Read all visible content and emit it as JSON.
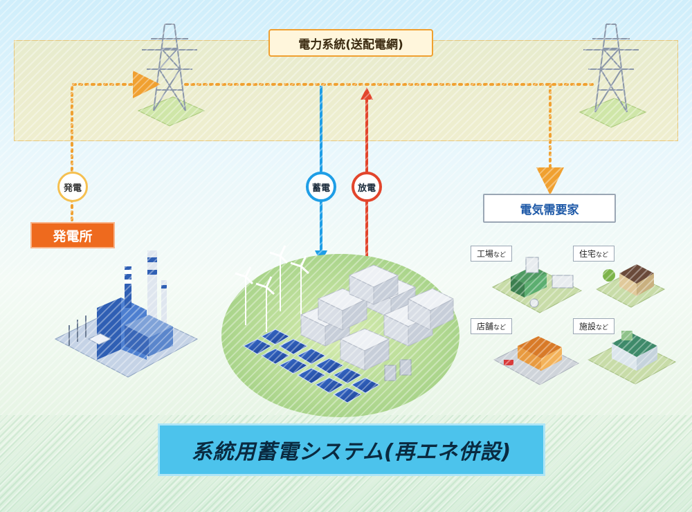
{
  "grid": {
    "label": "電力系統(送配電網)"
  },
  "power_plant": {
    "label": "発電所",
    "flow_label": "発電"
  },
  "storage_flows": {
    "charge_label": "蓄電",
    "discharge_label": "放電"
  },
  "consumers": {
    "label": "電気需要家",
    "types": [
      {
        "main": "工場",
        "suffix": "など"
      },
      {
        "main": "住宅",
        "suffix": "など"
      },
      {
        "main": "店舗",
        "suffix": "など"
      },
      {
        "main": "施設",
        "suffix": "など"
      }
    ]
  },
  "storage_system": {
    "label": "系統用蓄電システム(再エネ併設)"
  },
  "colors": {
    "grid_band": "#f5e8aa",
    "accent_orange": "#ee6a1e",
    "charge_blue": "#1f9ee6",
    "discharge_red": "#e2452c",
    "system_label_bg": "#4cc3ec",
    "consumer_label_text": "#1f5aa8"
  }
}
